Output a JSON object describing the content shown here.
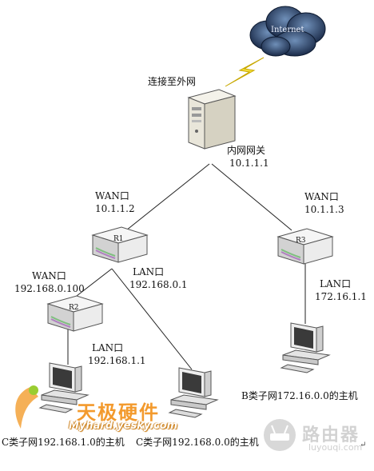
{
  "cloud": {
    "label": "Internet"
  },
  "gateway": {
    "top_label": "连接至外网",
    "name": "内网网关",
    "ip": "10.1.1.1"
  },
  "r1": {
    "name": "R1",
    "wan_label": "WAN口",
    "wan_ip": "10.1.1.2",
    "lan_label": "LAN口",
    "lan_ip": "192.168.0.1"
  },
  "r2": {
    "name": "R2",
    "wan_label": "WAN口",
    "wan_ip": "192.168.0.100",
    "lan_label": "LAN口",
    "lan_ip": "192.168.1.1"
  },
  "r3": {
    "name": "R3",
    "wan_label": "WAN口",
    "wan_ip": "10.1.1.3",
    "lan_label": "LAN口",
    "lan_ip": "172.16.1.1"
  },
  "hosts": {
    "c1": "C类子网192.168.1.0的主机",
    "c0": "C类子网192.168.0.0的主机",
    "b": "B类子网172.16.0.0的主机"
  },
  "watermarks": {
    "left_title": "天极硬件",
    "left_url": "Myhard.yesky.com",
    "right_title": "路由器",
    "right_url": "luyouqi.com"
  },
  "trailing_mark": "↵"
}
